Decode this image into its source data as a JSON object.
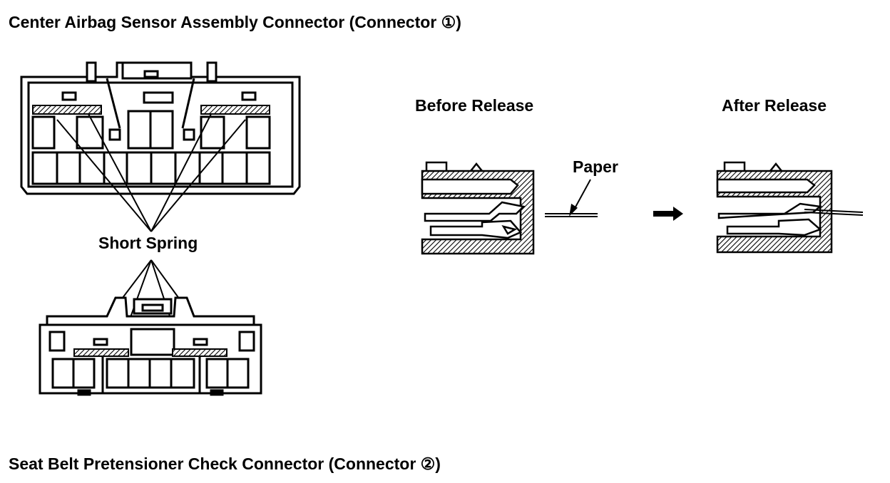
{
  "titles": {
    "center_connector": "Center Airbag Sensor Assembly Connector (Connector ①)",
    "pretensioner_connector": "Seat Belt Pretensioner Check Connector (Connector ②)"
  },
  "labels": {
    "short_spring": "Short Spring",
    "before_release": "Before Release",
    "after_release": "After Release",
    "paper": "Paper"
  }
}
